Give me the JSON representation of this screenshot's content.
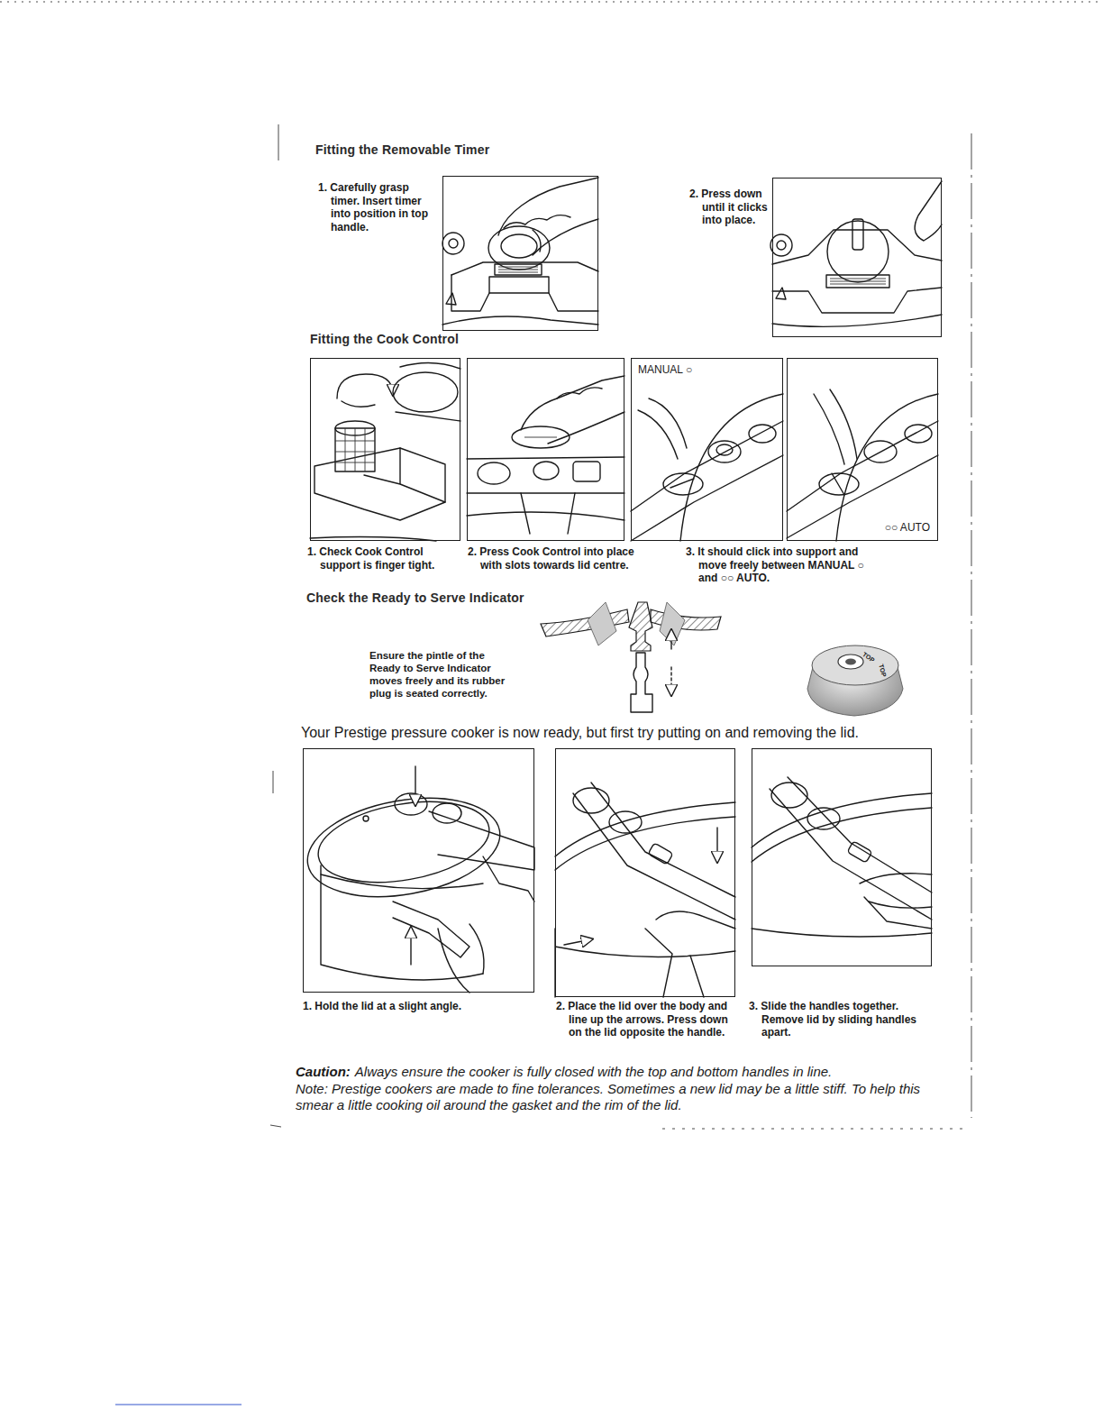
{
  "diagram": {
    "nodes": [
      {
        "text": [
          "1. Carefully grasp timer. Insert timer into position in top handle."
        ]
      },
      {
        "text": [
          "2. Press down until it clicks into place."
        ]
      },
      {
        "text": [
          "1. Check Cook Control support is finger tight."
        ]
      },
      {
        "text": [
          "2. Press Cook Control into place with slots towards lid centre."
        ]
      },
      {
        "text": [
          "MANUAL ○",
          "3. It should click into support and move freely between MANUAL ○ and ○○ AUTO."
        ]
      },
      {
        "text": [
          "○○ AUTO"
        ]
      },
      {
        "text": [
          "1. Hold the lid at a slight angle."
        ]
      },
      {
        "text": [
          "2. Place the lid over the body and line up the arrows. Press down on the lid opposite the handle."
        ]
      },
      {
        "text": [
          "3. Slide the handles together. Remove lid by sliding handles apart."
        ]
      }
    ],
    "labels": [
      "Fitting the Removable Timer",
      "Fitting the Cook Control",
      "Check the Ready to Serve Indicator",
      "Ensure the pintle of the Ready to Serve Indicator moves freely and its rubber plug is seated correctly.",
      "TOP",
      "TOP",
      "Your Prestige pressure cooker is now ready, but first try putting on and removing the lid.",
      "Caution:",
      "Always ensure the cooker is fully closed with the top and bottom handles in line.",
      "Note: Prestige cookers are made to fine tolerances. Sometimes a new lid may be a little stiff. To help this smear a little cooking oil around the gasket and the rim of the lid."
    ]
  }
}
